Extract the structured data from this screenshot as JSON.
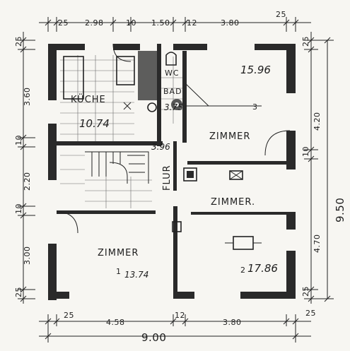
{
  "dimensions": {
    "top": [
      "25",
      "2.98",
      "10",
      "1.50",
      "12",
      "3.80",
      "25"
    ],
    "bottom": [
      "25",
      "4.58",
      "12",
      "3.80",
      "25"
    ],
    "total_width": "9.00",
    "left": [
      "25",
      "3.60",
      "10",
      "2.20",
      "10",
      "3.00",
      "25"
    ],
    "right": [
      "25",
      "4.20",
      "10",
      "4.70",
      "25"
    ],
    "total_depth": "9.50"
  },
  "rooms": {
    "kueche": {
      "name": "KÜCHE",
      "area": "10.74"
    },
    "wc": {
      "name": "WC"
    },
    "bad": {
      "name": "BAD",
      "area": "3.75"
    },
    "flur": {
      "name": "FLUR",
      "area": "3.96"
    },
    "zimmer_top": {
      "name": "ZIMMER"
    },
    "zimmer_mid": {
      "name": "ZIMMER.",
      "area": "15.96",
      "marker": "3"
    },
    "zimmer_left": {
      "name": "ZIMMER",
      "area": "13.74",
      "marker": "1"
    },
    "zimmer_right": {
      "area": "17.86",
      "marker": "2"
    }
  }
}
